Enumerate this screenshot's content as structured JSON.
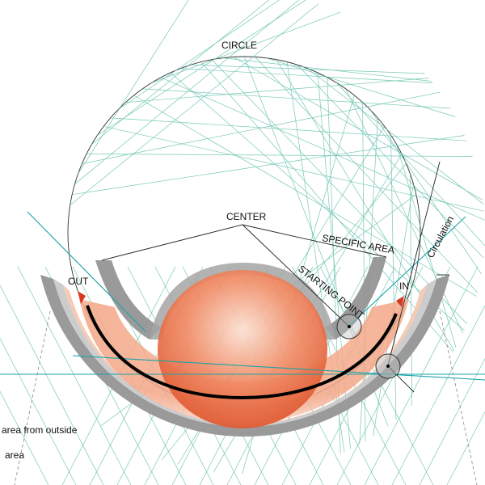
{
  "labels": {
    "circle": "CIRCLE",
    "center": "CENTER",
    "specific_area": "SPECIFIC AREA",
    "starting_point": "STARTING POINT",
    "circulation": "Circulation",
    "out": "OUT",
    "in": "IN",
    "area_from_outside": "area from outside",
    "area": "area"
  },
  "colors": {
    "ray_lines": "#5fbfa8",
    "axis_lines": "#1aa3a8",
    "orange_core": "#e8623a",
    "orange_light": "#f6c2a8",
    "gray_band": "#9a9a9a",
    "gray_light": "#c8c8c8",
    "path": "#000000",
    "arrow_red": "#d63a1e"
  }
}
